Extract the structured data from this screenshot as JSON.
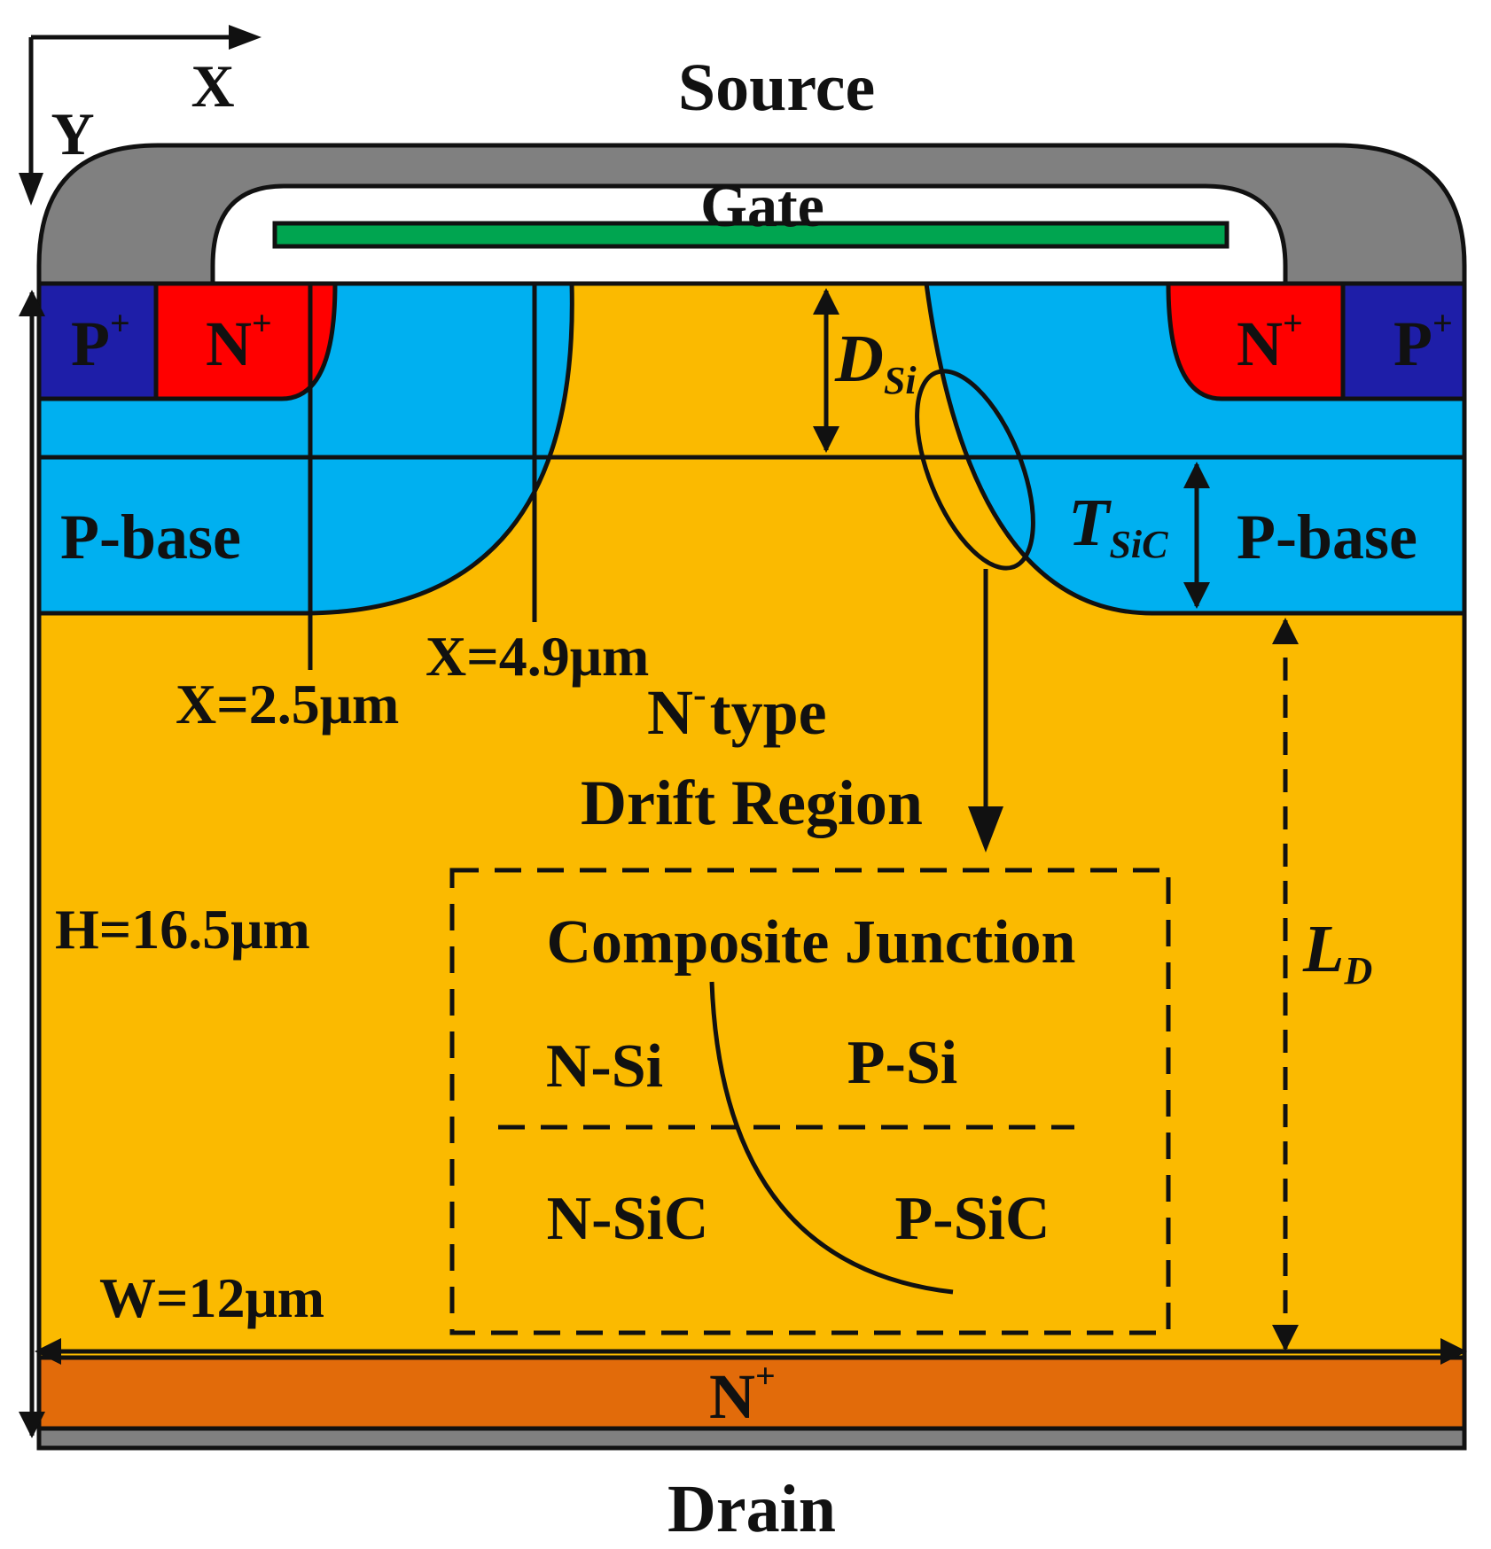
{
  "axes": {
    "x_label": "X",
    "y_label": "Y"
  },
  "electrodes": {
    "source": "Source",
    "gate": "Gate",
    "drain": "Drain"
  },
  "regions": {
    "p_plus_left": {
      "base": "P",
      "sup": "+"
    },
    "n_plus_left": {
      "base": "N",
      "sup": "+"
    },
    "n_plus_right": {
      "base": "N",
      "sup": "+"
    },
    "p_plus_right": {
      "base": "P",
      "sup": "+"
    },
    "p_base_left": "P-base",
    "p_base_right": "P-base",
    "drift_line1_base": "N",
    "drift_line1_sup": "-",
    "drift_line1_rest": "type",
    "drift_line2": "Drift Region",
    "substrate": {
      "base": "N",
      "sup": "+"
    }
  },
  "dimensions": {
    "d_si": {
      "main": "D",
      "sub": "Si"
    },
    "t_sic": {
      "main": "T",
      "sub": "SiC"
    },
    "l_d": {
      "main": "L",
      "sub": "D"
    },
    "cut_x1": "X=2.5μm",
    "cut_x2": "X=4.9μm",
    "height": "H=16.5μm",
    "width": "W=12μm"
  },
  "composite_junction": {
    "title": "Composite Junction",
    "n_si": "N-Si",
    "p_si": "P-Si",
    "n_sic": "N-SiC",
    "p_sic": "P-SiC"
  },
  "colors": {
    "drift": "#FBBA00",
    "p_base": "#00B0F0",
    "p_plus": "#1E1EA8",
    "n_plus": "#FF0000",
    "substrate": "#E26B0A",
    "metal": "#808080",
    "gate_poly": "#00A550",
    "oxide": "#FFFFFF"
  }
}
